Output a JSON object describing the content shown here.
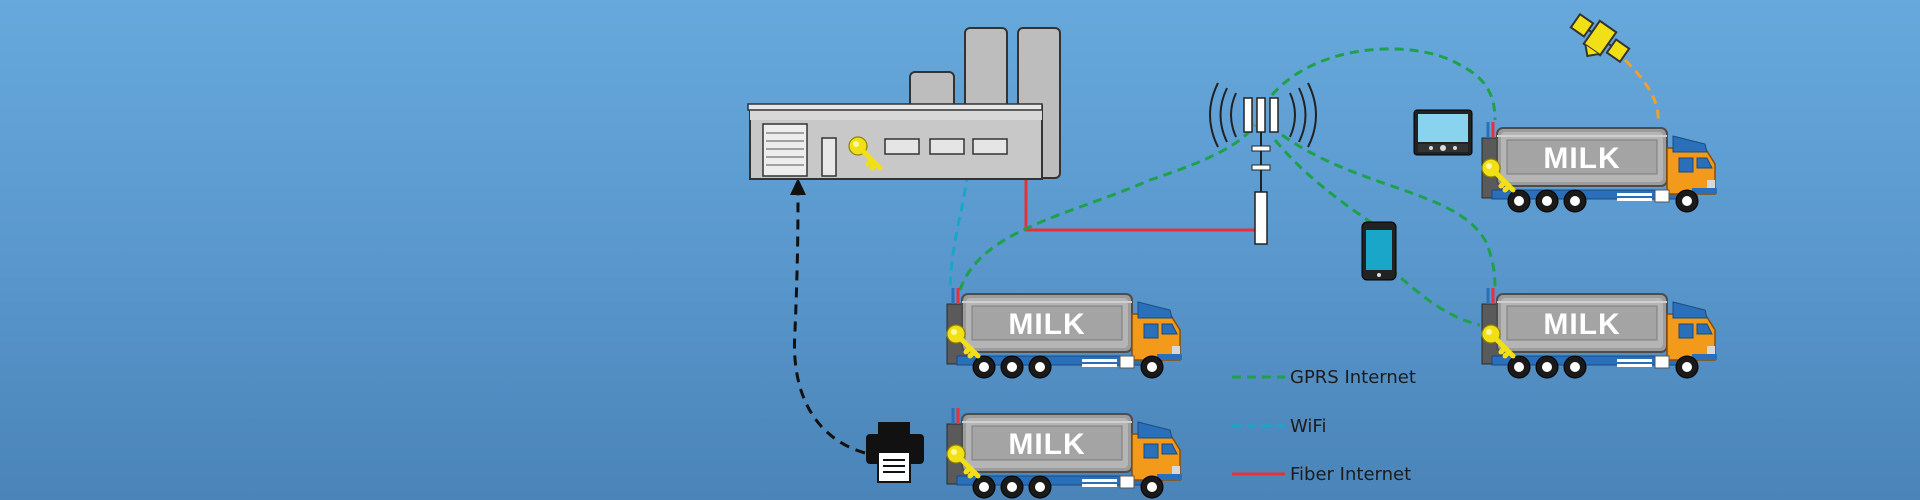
{
  "truck_label": "MILK",
  "legend": [
    {
      "label": "GPRS Internet",
      "color": "#1fa14b"
    },
    {
      "label": "WiFi",
      "color": "#1aa6c9"
    },
    {
      "label": "Fiber Internet",
      "color": "#e5313a"
    }
  ],
  "colors": {
    "background": "#5f9fd4",
    "gprs": "#1fa14b",
    "wifi": "#1aa6c9",
    "fiber": "#e5313a",
    "gps": "#f0a030",
    "print": "#111111",
    "key": "#f2e016",
    "truck_cab": "#f39a1b",
    "truck_cab_blue": "#2a6fba",
    "tank": "#a8a8a8"
  },
  "icons": [
    "factory-icon",
    "key-icon",
    "cell-tower-icon",
    "satellite-icon",
    "tablet-icon",
    "smartphone-icon",
    "printer-icon",
    "milk-truck-icon"
  ]
}
